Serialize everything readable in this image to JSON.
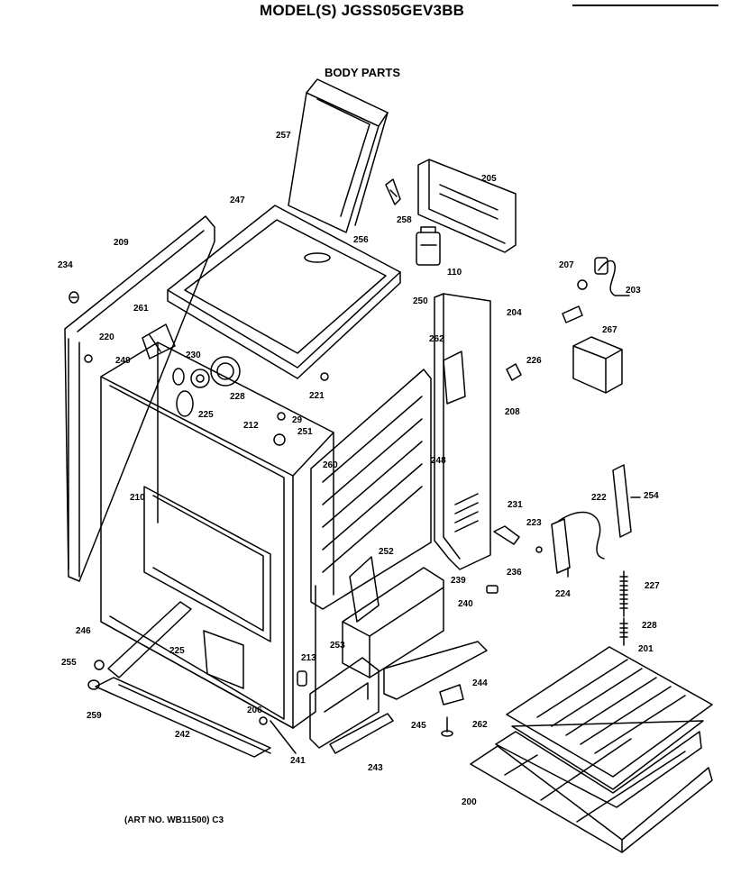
{
  "header": {
    "model_title": "MODEL(S) JGSS05GEV3BB",
    "section_title": "BODY PARTS"
  },
  "footer": {
    "art_number": "(ART NO. WB11500) C3"
  },
  "callouts": [
    "257",
    "258",
    "205",
    "256",
    "247",
    "209",
    "110",
    "207",
    "203",
    "234",
    "250",
    "204",
    "261",
    "220",
    "262",
    "267",
    "230",
    "249",
    "226",
    "221",
    "228",
    "225",
    "29",
    "208",
    "212",
    "251",
    "260",
    "248",
    "210",
    "231",
    "222",
    "254",
    "223",
    "252",
    "239",
    "236",
    "227",
    "224",
    "240",
    "246",
    "253",
    "228",
    "201",
    "225",
    "255",
    "213",
    "244",
    "259",
    "206",
    "245",
    "262",
    "242",
    "241",
    "243",
    "200"
  ]
}
